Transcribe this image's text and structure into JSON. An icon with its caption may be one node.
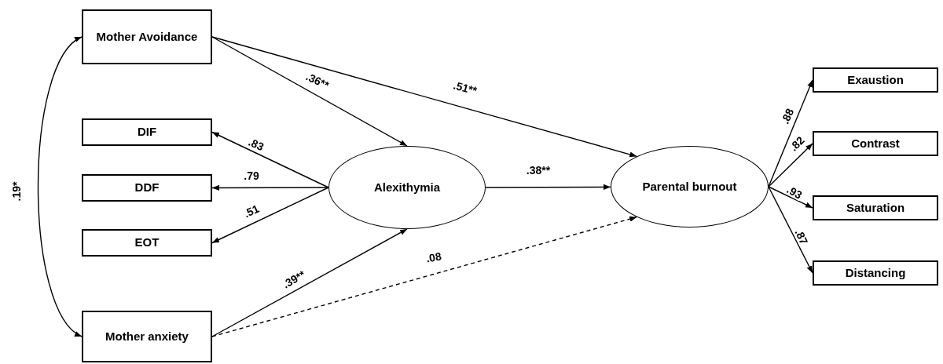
{
  "diagram": {
    "nodes": [
      {
        "text": [
          "Mother Avoidance"
        ]
      },
      {
        "text": [
          "DIF"
        ]
      },
      {
        "text": [
          "DDF"
        ]
      },
      {
        "text": [
          "EOT"
        ]
      },
      {
        "text": [
          "Mother anxiety"
        ]
      },
      {
        "text": [
          "Alexithymia"
        ]
      },
      {
        "text": [
          "Parental burnout"
        ]
      },
      {
        "text": [
          "Exaustion"
        ]
      },
      {
        "text": [
          "Contrast"
        ]
      },
      {
        "text": [
          "Saturation"
        ]
      },
      {
        "text": [
          "Distancing"
        ]
      }
    ],
    "edges": [
      {
        "from": 0,
        "to": 5,
        "arrow": "to",
        "label": ".36**"
      },
      {
        "from": 0,
        "to": 6,
        "arrow": "to",
        "label": ".51**"
      },
      {
        "from": 5,
        "to": 1,
        "arrow": "to",
        "label": ".83"
      },
      {
        "from": 5,
        "to": 2,
        "arrow": "to",
        "label": ".79"
      },
      {
        "from": 5,
        "to": 3,
        "arrow": "to",
        "label": ".51"
      },
      {
        "from": 5,
        "to": 6,
        "arrow": "to",
        "label": ".38**"
      },
      {
        "from": 4,
        "to": 5,
        "arrow": "to",
        "label": ".39**"
      },
      {
        "from": 4,
        "to": 6,
        "arrow": "to",
        "label": ".08",
        "style": "dashed"
      },
      {
        "from": 0,
        "to": 4,
        "arrow": "both",
        "label": ".19*"
      },
      {
        "from": 6,
        "to": 7,
        "arrow": "to",
        "label": ".88"
      },
      {
        "from": 6,
        "to": 8,
        "arrow": "to",
        "label": ".82"
      },
      {
        "from": 6,
        "to": 9,
        "arrow": "to",
        "label": ".93"
      },
      {
        "from": 6,
        "to": 10,
        "arrow": "to",
        "label": ".87"
      }
    ]
  }
}
